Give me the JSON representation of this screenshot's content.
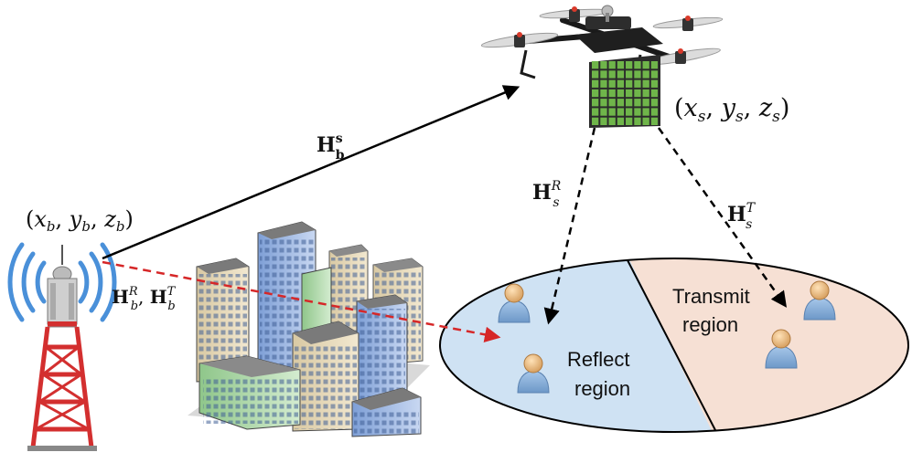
{
  "labels": {
    "base_coord": "(x",
    "base_coord_sub": [
      "b",
      "b",
      "b"
    ],
    "uav_coord": "(x",
    "uav_coord_sub": [
      "s",
      "s",
      "s"
    ],
    "h_bs_main": "H",
    "h_bs_sub": "b",
    "h_bs_sup": "s",
    "h_b_main": "H",
    "h_b_sub": "b",
    "h_b_sup_r": "R",
    "h_b_sup_t": "T",
    "h_s_r_main": "H",
    "h_s_r_sub": "s",
    "h_s_r_sup": "R",
    "h_s_t_main": "H",
    "h_s_t_sub": "s",
    "h_s_t_sup": "T"
  },
  "regions": {
    "reflect_line1": "Reflect",
    "reflect_line2": "region",
    "transmit_line1": "Transmit",
    "transmit_line2": "region"
  },
  "colors": {
    "reflect_region": "#cfe2f3",
    "transmit_region": "#f6e0d4",
    "solid_link": "#000000",
    "dashed_link": "#000000",
    "base_link": "#d62728",
    "ris_panel": "#6fb54a",
    "signal_waves": "#4a90d9",
    "tower_red": "#d32f2f"
  }
}
